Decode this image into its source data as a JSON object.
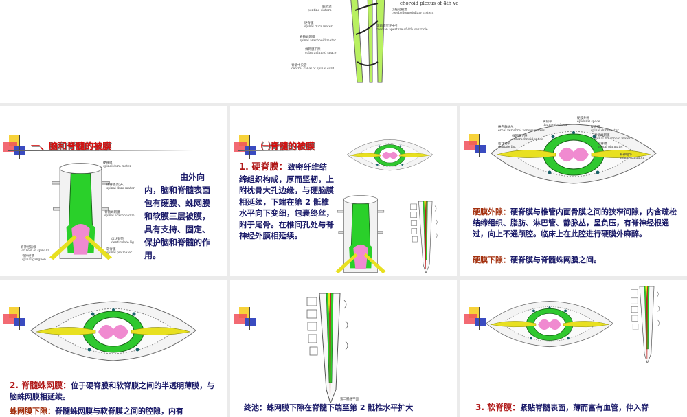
{
  "top_slide": {
    "labels": [
      {
        "zh": "脑桥池",
        "en": "pontine cistern"
      },
      {
        "zh": "硬脊膜",
        "en": "spinal dura mater"
      },
      {
        "zh": "脊髓蛛网膜",
        "en": "spinal arachnoid mater"
      },
      {
        "zh": "蛛网膜下隙",
        "en": "subarachnoid space"
      },
      {
        "zh": "脊髓中央管",
        "en": "central canal of spinal cord"
      },
      {
        "zh": "小脑延髓池",
        "en": "cerebellomedullary cistern"
      },
      {
        "zh": "第四脑室正中孔",
        "en": "median aperture of 4th ventricle"
      },
      {
        "zh": "",
        "en": "choroid plexus of 4th ve"
      }
    ]
  },
  "slide1": {
    "title": "一、脑和脊髓的被膜",
    "body": "由外向内，脑和脊髓表面包有硬膜、蛛网膜和软膜三层被膜，具有支持、固定、保护脑和脊髓的作用。",
    "labels": [
      {
        "zh": "硬脊膜",
        "en": "spinal dura mater"
      },
      {
        "zh": "硬脊膜(切开)",
        "en": "spinal dura mater"
      },
      {
        "zh": "脊髓蛛网膜",
        "en": "spinal arachnoid m"
      },
      {
        "zh": "齿状韧带",
        "en": "denticulate lig."
      },
      {
        "zh": "软脊膜",
        "en": "spinal pia mater"
      },
      {
        "zh": "脊神经前根",
        "en": "ior root of spinal n."
      },
      {
        "zh": "脊神经节",
        "en": "spinal ganglion"
      }
    ]
  },
  "slide2": {
    "title": "㈠脊髓的被膜",
    "term": "1. 硬脊膜：",
    "body": "致密纤维结缔组织构成，厚而坚韧，上附枕骨大孔边缘，与硬脑膜相延续，下端在第 2 骶椎水平向下变细，包裹终丝，附于尾骨。在椎间孔处与脊神经外膜相延续。"
  },
  "slide3": {
    "para1_term": "硬膜外隙：",
    "para1": "硬脊膜与椎管内面骨膜之间的狭窄间隙，内含疏松结缔组织、脂肪、淋巴管、静脉丛，呈负压，有脊神经根通过，向上不通颅腔。临床上在此腔进行硬膜外麻醉。",
    "para2_term": "硬膜下隙：",
    "para2": "硬脊膜与脊髓蛛网膜之间。"
  },
  "slide4": {
    "term": "2. 脊髓蛛网膜：",
    "body": "位于硬脊膜和软脊膜之间的半透明薄膜，与脑蛛网膜相延续。",
    "para2_term": "蛛网膜下隙：",
    "para2": "脊髓蛛网膜与软脊膜之间的腔隙，内有"
  },
  "slide5": {
    "body": "终池：蛛网膜下隙在脊髓下端至第 2 骶椎水平扩大",
    "label": "第二骶椎平面"
  },
  "slide6": {
    "term": "3. 软脊膜：",
    "body": "紧贴脊髓表面，薄而富有血管，伸入脊"
  },
  "cross_section_labels": [
    {
      "zh": "黄韧带",
      "en": "ligamenta flava"
    },
    {
      "zh": "硬膜外隙",
      "en": "epidural space"
    },
    {
      "zh": "椎内静脉丛",
      "en": "ernal vertebral venous plexus"
    },
    {
      "zh": "硬脊膜",
      "en": "spinal dura mater"
    },
    {
      "zh": "蛛网膜下隙",
      "en": "subarachnoid space"
    },
    {
      "zh": "脊髓蛛网膜",
      "en": "spinal arachnoid mater"
    },
    {
      "zh": "齿状韧带",
      "en": "dentate lig."
    },
    {
      "zh": "软脊膜",
      "en": "spinal pia mater"
    },
    {
      "zh": "脊神经节",
      "en": "spinal ganglion"
    }
  ],
  "colors": {
    "title": "#d41010",
    "body": "#1c1c6a",
    "term": "#a3300e",
    "membrane": "#22c822",
    "pia": "#f08ad0",
    "nerve": "#e8e020"
  }
}
